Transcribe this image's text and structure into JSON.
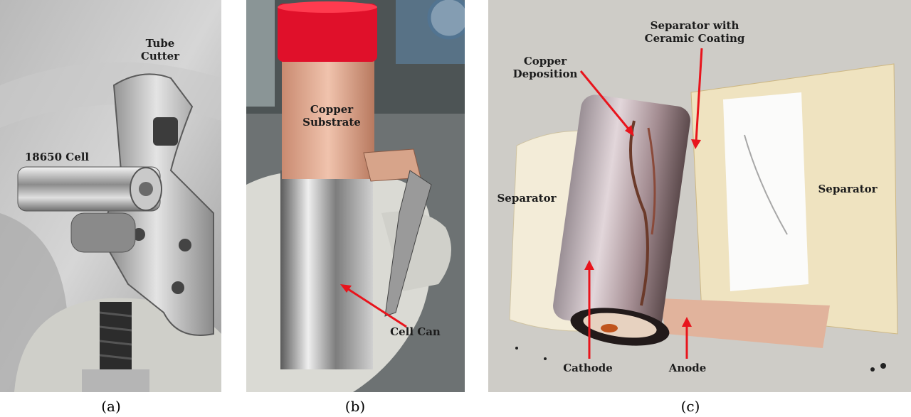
{
  "panel_a": {
    "labels": {
      "tube_cutter_1": "Tube",
      "tube_cutter_2": "Cutter",
      "cell": "18650 Cell"
    },
    "caption": "(a)"
  },
  "panel_b": {
    "labels": {
      "copper_1": "Copper",
      "copper_2": "Substrate",
      "cell_can": "Cell Can"
    },
    "caption": "(b)"
  },
  "panel_c": {
    "labels": {
      "copper_dep_1": "Copper",
      "copper_dep_2": "Deposition",
      "sep_ceramic_1": "Separator with",
      "sep_ceramic_2": "Ceramic Coating",
      "separator_left": "Separator",
      "separator_right": "Separator",
      "cathode": "Cathode",
      "anode": "Anode"
    },
    "caption": "(c)"
  },
  "colors": {
    "arrow": "#e8141c",
    "copper": "#d9a58a",
    "red_tape": "#e0102a"
  }
}
